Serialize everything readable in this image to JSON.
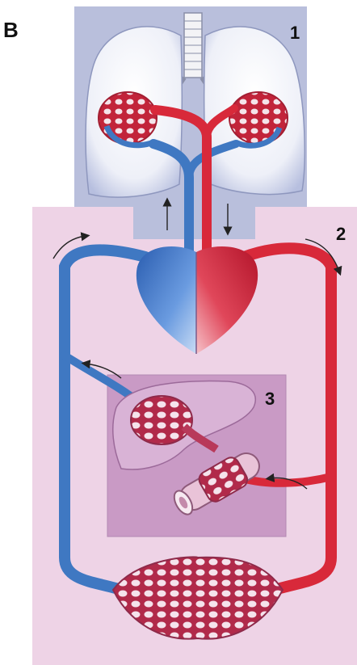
{
  "figure": {
    "panel_letter": "B",
    "region_labels": {
      "lungs": "1",
      "systemic": "2",
      "liver_intestine": "3"
    }
  },
  "colors": {
    "lung_panel": "#b9bfdc",
    "body_panel": "#eed3e6",
    "liver_panel": "#c99ac5",
    "oxygenated": "#d8293a",
    "deoxygenated": "#3f78c2"
  }
}
